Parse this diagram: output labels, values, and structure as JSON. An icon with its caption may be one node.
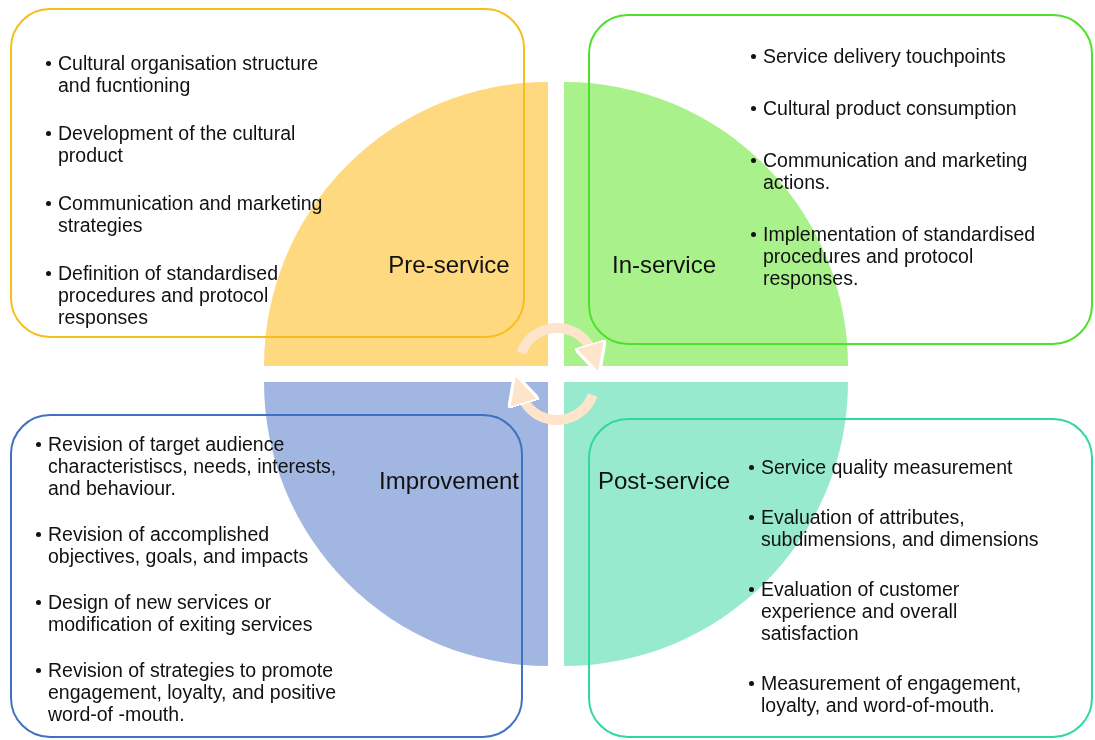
{
  "diagram": {
    "nodes": [
      {
        "text": [
          "Cultural organisation structure and fucntioning",
          "Development of the cultural product",
          "Communication and marketing strategies",
          "Definition of standardised procedures and protocol responses"
        ]
      },
      {
        "text": [
          "Pre-service"
        ]
      },
      {
        "text": [
          "Service delivery touchpoints",
          "Cultural product consumption",
          "Communication and marketing actions.",
          "Implementation of standardised procedures and protocol responses."
        ]
      },
      {
        "text": [
          "In-service"
        ]
      },
      {
        "text": [
          "Revision of target audience characteristiscs, needs, interests, and behaviour.",
          "Revision of accomplished objectives, goals, and impacts",
          "Design of new services or modification of exiting services",
          "Revision of strategies to promote engagement, loyalty, and positive word-of -mouth."
        ]
      },
      {
        "text": [
          "Improvement"
        ]
      },
      {
        "text": [
          "Service quality measurement",
          "Evaluation of attributes, subdimensions, and dimensions",
          "Evaluation of customer experience and overall satisfaction",
          "Measurement of engagement, loyalty, and word-of-mouth."
        ]
      },
      {
        "text": [
          "Post-service"
        ]
      }
    ],
    "edges": [
      {
        "from": 1,
        "to": 3,
        "arrow": "to"
      },
      {
        "from": 7,
        "to": 5,
        "arrow": "to"
      }
    ]
  }
}
